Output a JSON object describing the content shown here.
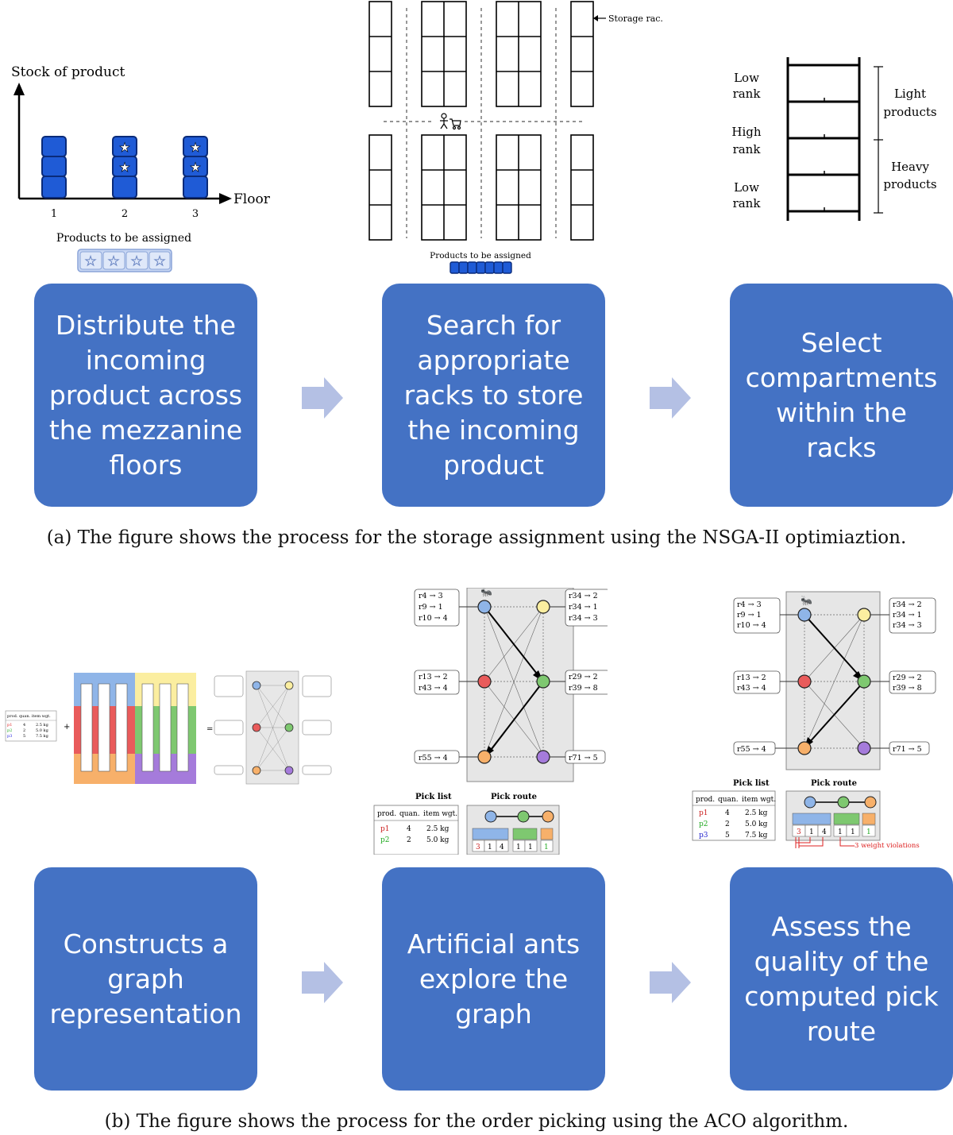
{
  "panel_a": {
    "stock_chart": {
      "y_label": "Stock of product",
      "x_label": "Floor",
      "floors": [
        "1",
        "2",
        "3"
      ],
      "stack_heights": [
        3,
        3,
        3
      ],
      "starred_boxes": [
        0,
        2,
        2
      ],
      "assign_label": "Products to be assigned",
      "assign_count": 4
    },
    "rack_layout": {
      "storage_rack_label": "Storage rac.",
      "assign_label": "Products to be assigned",
      "assign_count": 7
    },
    "compartments": {
      "left_labels": [
        "Low rank",
        "High rank",
        "Low rank"
      ],
      "right_labels": [
        "Light products",
        "Heavy products"
      ]
    },
    "steps": [
      "Distribute the incoming product across the mezzanine floors",
      "Search for appropriate racks to store the incoming product",
      "Select compartments within the racks"
    ],
    "caption": "(a) The figure shows the process for the storage assignment using the NSGA-II optimiaztion."
  },
  "panel_b": {
    "steps": [
      "Constructs a graph representation",
      "Artificial ants explore the graph",
      "Assess the quality of the computed pick route"
    ],
    "pick_list": {
      "title": "Pick list",
      "headers": [
        "prod.",
        "quan.",
        "item wgt."
      ],
      "rows": [
        [
          "p1",
          "4",
          "2.5 kg"
        ],
        [
          "p2",
          "2",
          "5.0 kg"
        ],
        [
          "p3",
          "5",
          "7.5 kg"
        ]
      ]
    },
    "pick_route": {
      "title": "Pick route",
      "racks": [
        "r4",
        "r9",
        "r10",
        "r29",
        "r39",
        "r55"
      ],
      "quantities": [
        "3",
        "1",
        "4",
        "1",
        "1",
        "1"
      ],
      "violations_label": "3 weight violations"
    },
    "node_labels": {
      "top_left": [
        "r4 → 3",
        "r9 → 1",
        "r10 → 4"
      ],
      "top_right": [
        "r34 → 2",
        "r34 → 1",
        "r34 → 3"
      ],
      "mid_left": [
        "r13 → 2",
        "r43 → 4"
      ],
      "mid_right": [
        "r29 → 2",
        "r39 → 8"
      ],
      "bot_left": [
        "r55 → 4"
      ],
      "bot_right": [
        "r71 → 5"
      ]
    },
    "caption": "(b) The figure shows the process for the order picking using the ACO algorithm."
  },
  "colors": {
    "box": "#4472c4",
    "arrow": "#b4c0e4",
    "node_blue": "#8fb5e8",
    "node_yellow": "#fbeea0",
    "node_red": "#e95b5b",
    "node_green": "#7ec870",
    "node_orange": "#f7b06a",
    "node_purple": "#a57bdb"
  }
}
